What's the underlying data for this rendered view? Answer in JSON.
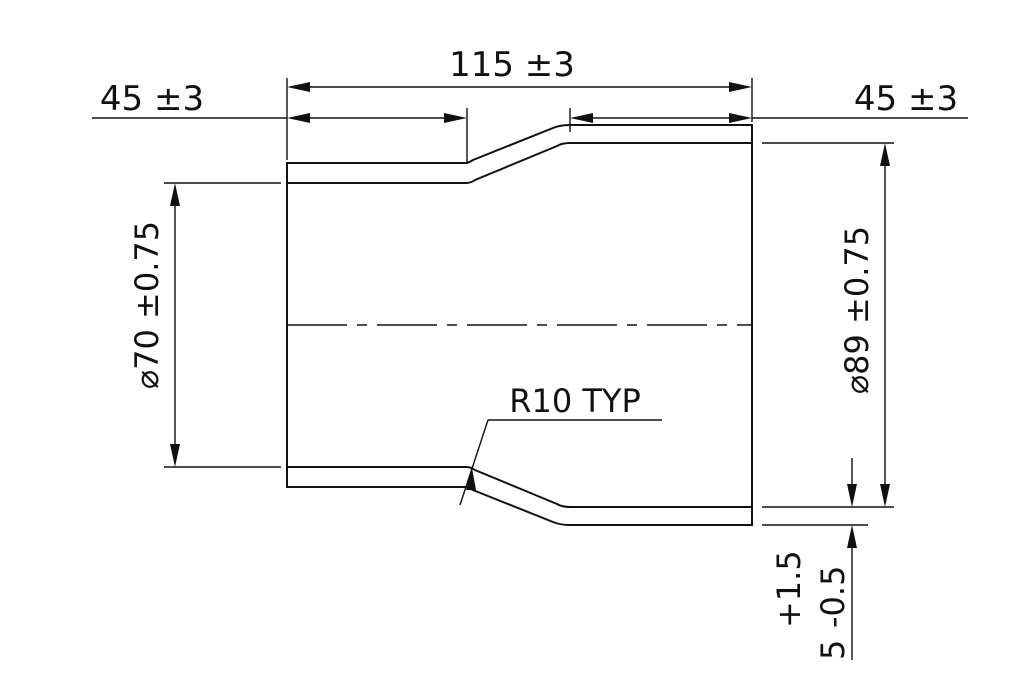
{
  "dimensions": {
    "overall_length": "115 ±3",
    "left_length": "45 ±3",
    "right_length": "45 ±3",
    "small_diameter": "⌀70 ±0.75",
    "large_diameter": "⌀89 ±0.75",
    "radius_note": "R10 TYP",
    "wall_thickness": "5",
    "wall_tolerance_plus": "+1.5",
    "wall_tolerance_minus": "-0.5"
  }
}
